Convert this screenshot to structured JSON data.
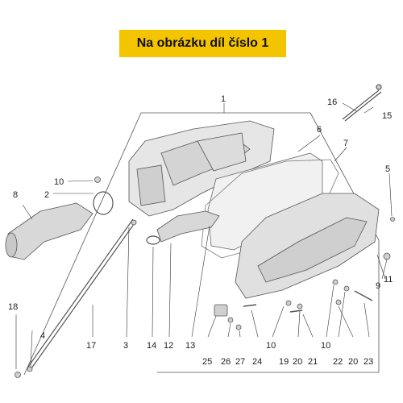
{
  "banner": {
    "text": "Na obrázku díl číslo 1"
  },
  "colors": {
    "banner_bg": "#f5c400",
    "line": "#333333",
    "part_fill": "#e8e8e8",
    "part_stroke": "#555555"
  },
  "callouts": {
    "1": "1",
    "2": "2",
    "3": "3",
    "4": "4",
    "5": "5",
    "6": "6",
    "7": "7",
    "8": "8",
    "9": "9",
    "10a": "10",
    "10b": "10",
    "10c": "10",
    "11": "11",
    "12": "12",
    "13": "13",
    "14": "14",
    "15": "15",
    "16": "16",
    "17": "17",
    "18": "18",
    "19": "19",
    "20a": "20",
    "20b": "20",
    "21": "21",
    "22": "22",
    "23": "23",
    "24": "24",
    "25": "25",
    "26": "26",
    "27": "27"
  }
}
